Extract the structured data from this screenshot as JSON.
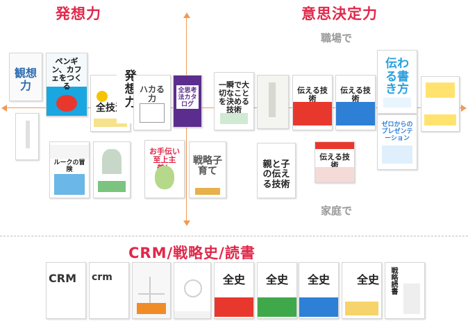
{
  "headings": {
    "hassou": "発想力",
    "ishi": "意思決定力",
    "shokuba": "職場で",
    "katei": "家庭で",
    "crm": "CRM/戦略史/読書"
  },
  "colors": {
    "accent_red": "#e0284a",
    "axis_orange": "#f29a54",
    "label_gray": "#9a9a9a"
  },
  "books": {
    "kanso": "観想力",
    "pengin": "ペンギン、カフェをつくる",
    "zenkihou": "全技法",
    "hassouryoku": "発想力",
    "hakaru": "ハカる力",
    "zenshikou": "全思考法カタログ",
    "taisetsu": "一瞬で大切なことを決める技術",
    "tsutaeru_red": "伝える技術",
    "tsutaeru_blue": "伝える技術",
    "tsutawaru": "伝わる書き方",
    "puresen": "ゼロからのプレゼンテーション",
    "route": "ルークの冒険",
    "otetsudai": "お手伝い至上主義！",
    "senryaku_kosodate": "戦略子育て",
    "oyako": "親と子の伝える技術",
    "dvd": "伝える技術",
    "crm1": "CRM",
    "crm2": "crm",
    "zenshi_eng": "全史",
    "zenshi_green": "全史",
    "zenshi_blue": "全史",
    "zenshi_orange": "全史",
    "senryaku_dokusho": "戦略読書"
  }
}
